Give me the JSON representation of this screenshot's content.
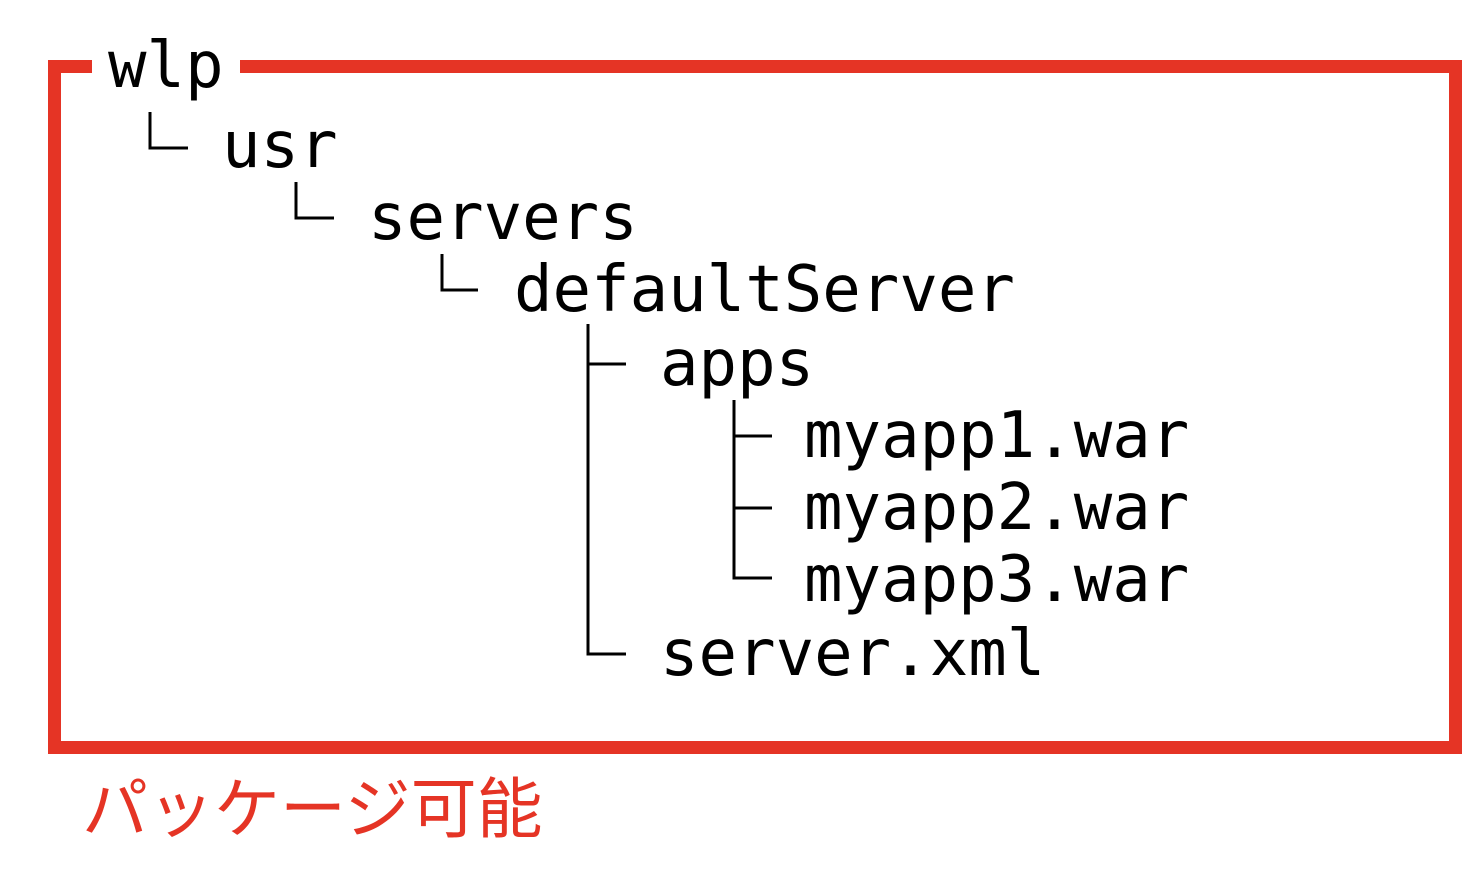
{
  "tree": {
    "root": "wlp",
    "usr": "usr",
    "servers": "servers",
    "default_server": "defaultServer",
    "apps": "apps",
    "app1": "myapp1.war",
    "app2": "myapp2.war",
    "app3": "myapp3.war",
    "server_xml": "server.xml"
  },
  "caption": "パッケージ可能",
  "colors": {
    "frame": "#e53425",
    "caption": "#e53425",
    "text": "#000000",
    "lines": "#000000"
  }
}
